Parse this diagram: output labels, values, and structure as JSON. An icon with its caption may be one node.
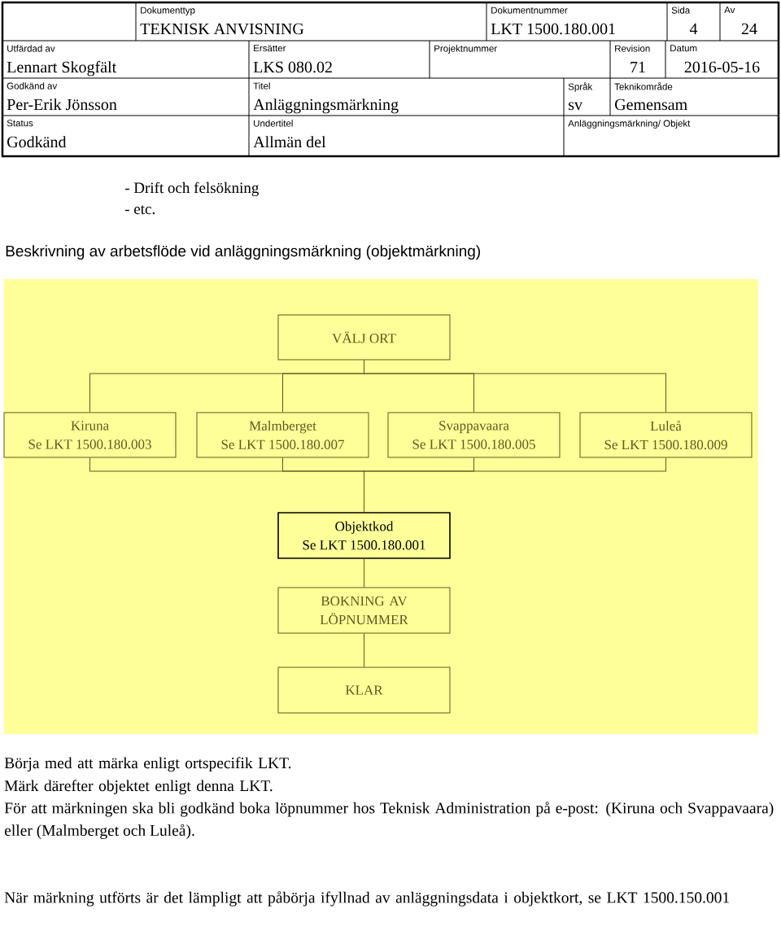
{
  "diagram": {
    "title": "Beskrivning av arbetsflöde vid anläggningsmärkning (objektmärkning)",
    "nodes": [
      {
        "text": [
          "VÄLJ ORT"
        ]
      },
      {
        "text": [
          "Kiruna",
          "Se LKT 1500.180.003"
        ]
      },
      {
        "text": [
          "Malmberget",
          "Se LKT 1500.180.007"
        ]
      },
      {
        "text": [
          "Svappavaara",
          "Se LKT 1500.180.005"
        ]
      },
      {
        "text": [
          "Luleå",
          "Se LKT 1500.180.009"
        ]
      },
      {
        "text": [
          "Objektkod",
          "Se LKT 1500.180.001"
        ]
      },
      {
        "text": [
          "BOKNING AV LÖPNUMMER"
        ]
      },
      {
        "text": [
          "KLAR"
        ]
      }
    ],
    "edges": [
      {
        "from": 0,
        "to": 1,
        "arrow": "none"
      },
      {
        "from": 0,
        "to": 2,
        "arrow": "none"
      },
      {
        "from": 0,
        "to": 3,
        "arrow": "none"
      },
      {
        "from": 0,
        "to": 4,
        "arrow": "none"
      },
      {
        "from": 1,
        "to": 5,
        "arrow": "none"
      },
      {
        "from": 2,
        "to": 5,
        "arrow": "none"
      },
      {
        "from": 3,
        "to": 5,
        "arrow": "none"
      },
      {
        "from": 4,
        "to": 5,
        "arrow": "none"
      },
      {
        "from": 5,
        "to": 6,
        "arrow": "none"
      },
      {
        "from": 6,
        "to": 7,
        "arrow": "none"
      }
    ],
    "labels": [
      "Dokumenttyp",
      "TEKNISK ANVISNING",
      "Dokumentnummer",
      "LKT 1500.180.001",
      "Sida",
      "4",
      "Av",
      "24",
      "Utfärdad av",
      "Lennart Skogfält",
      "Ersätter",
      "LKS 080.02",
      "Projektnummer",
      "Revision",
      "71",
      "Datum",
      "2016-05-16",
      "Godkänd av",
      "Per-Erik Jönsson",
      "Titel",
      "Anläggningsmärkning",
      "Språk",
      "sv",
      "Teknikområde",
      "Gemensam",
      "Status",
      "Godkänd",
      "Undertitel",
      "Allmän del",
      "Anläggningsmärkning/ Objekt",
      "- Drift och felsökning",
      "- etc.",
      "Börja med att märka enligt ortspecifik LKT.",
      "Märk därefter objektet enligt denna LKT.",
      "För att märkningen ska bli godkänd boka löpnummer hos Teknisk Administration på e-post: (Kiruna och Svappavaara) eller (Malmberget och Luleå).",
      "När märkning utförts är det lämpligt att påbörja ifyllnad av anläggningsdata i objektkort, se LKT 1500.150.001"
    ]
  }
}
